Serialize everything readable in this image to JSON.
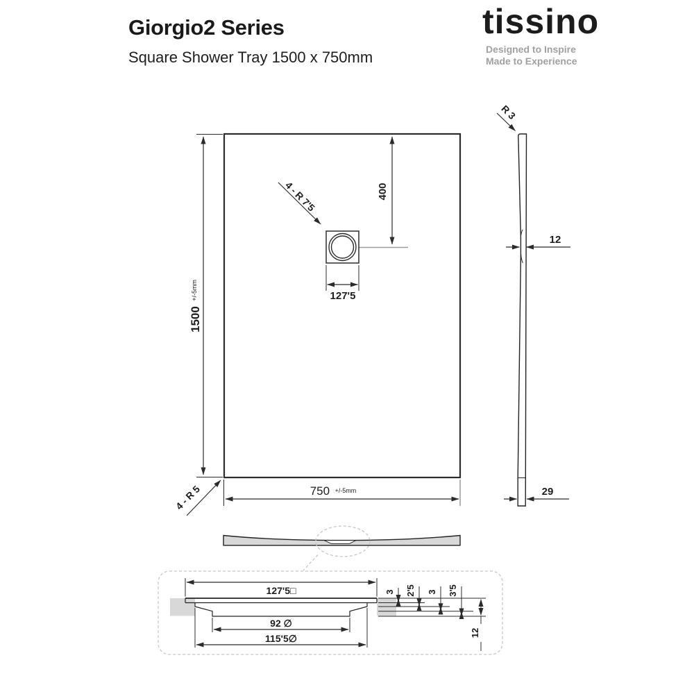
{
  "header": {
    "title": "Giorgio2 Series",
    "subtitle": "Square Shower Tray 1500 x 750mm",
    "brand": "tissino",
    "tagline1": "Designed to Inspire",
    "tagline2": "Made to Experience"
  },
  "plan_view": {
    "length": "1500",
    "length_tolerance": "+/-5mm",
    "width": "750",
    "width_tolerance": "+/-5mm",
    "drain_offset": "400",
    "drain_square": "127'5",
    "waste_corner_radius": "4 - R 7'5",
    "tray_corner_radius": "4 - R 5"
  },
  "side_view": {
    "top_edge_radius": "R 3",
    "centre_thickness": "12",
    "edge_thickness": "29"
  },
  "section_detail": {
    "recess_square": "127'5□",
    "hole_diameter": "92 ∅",
    "recess_diameter": "115'5∅",
    "step_depths": [
      "3",
      "2'5",
      "3",
      "3'5"
    ],
    "total_depth": "12"
  },
  "colors": {
    "line": "#2b2b2b",
    "body_gray": "#d8d8d8",
    "dashed_gray": "#c5c5c5",
    "centerline_gray": "#9a9a9a",
    "tagline_gray": "#a0a0a0"
  }
}
